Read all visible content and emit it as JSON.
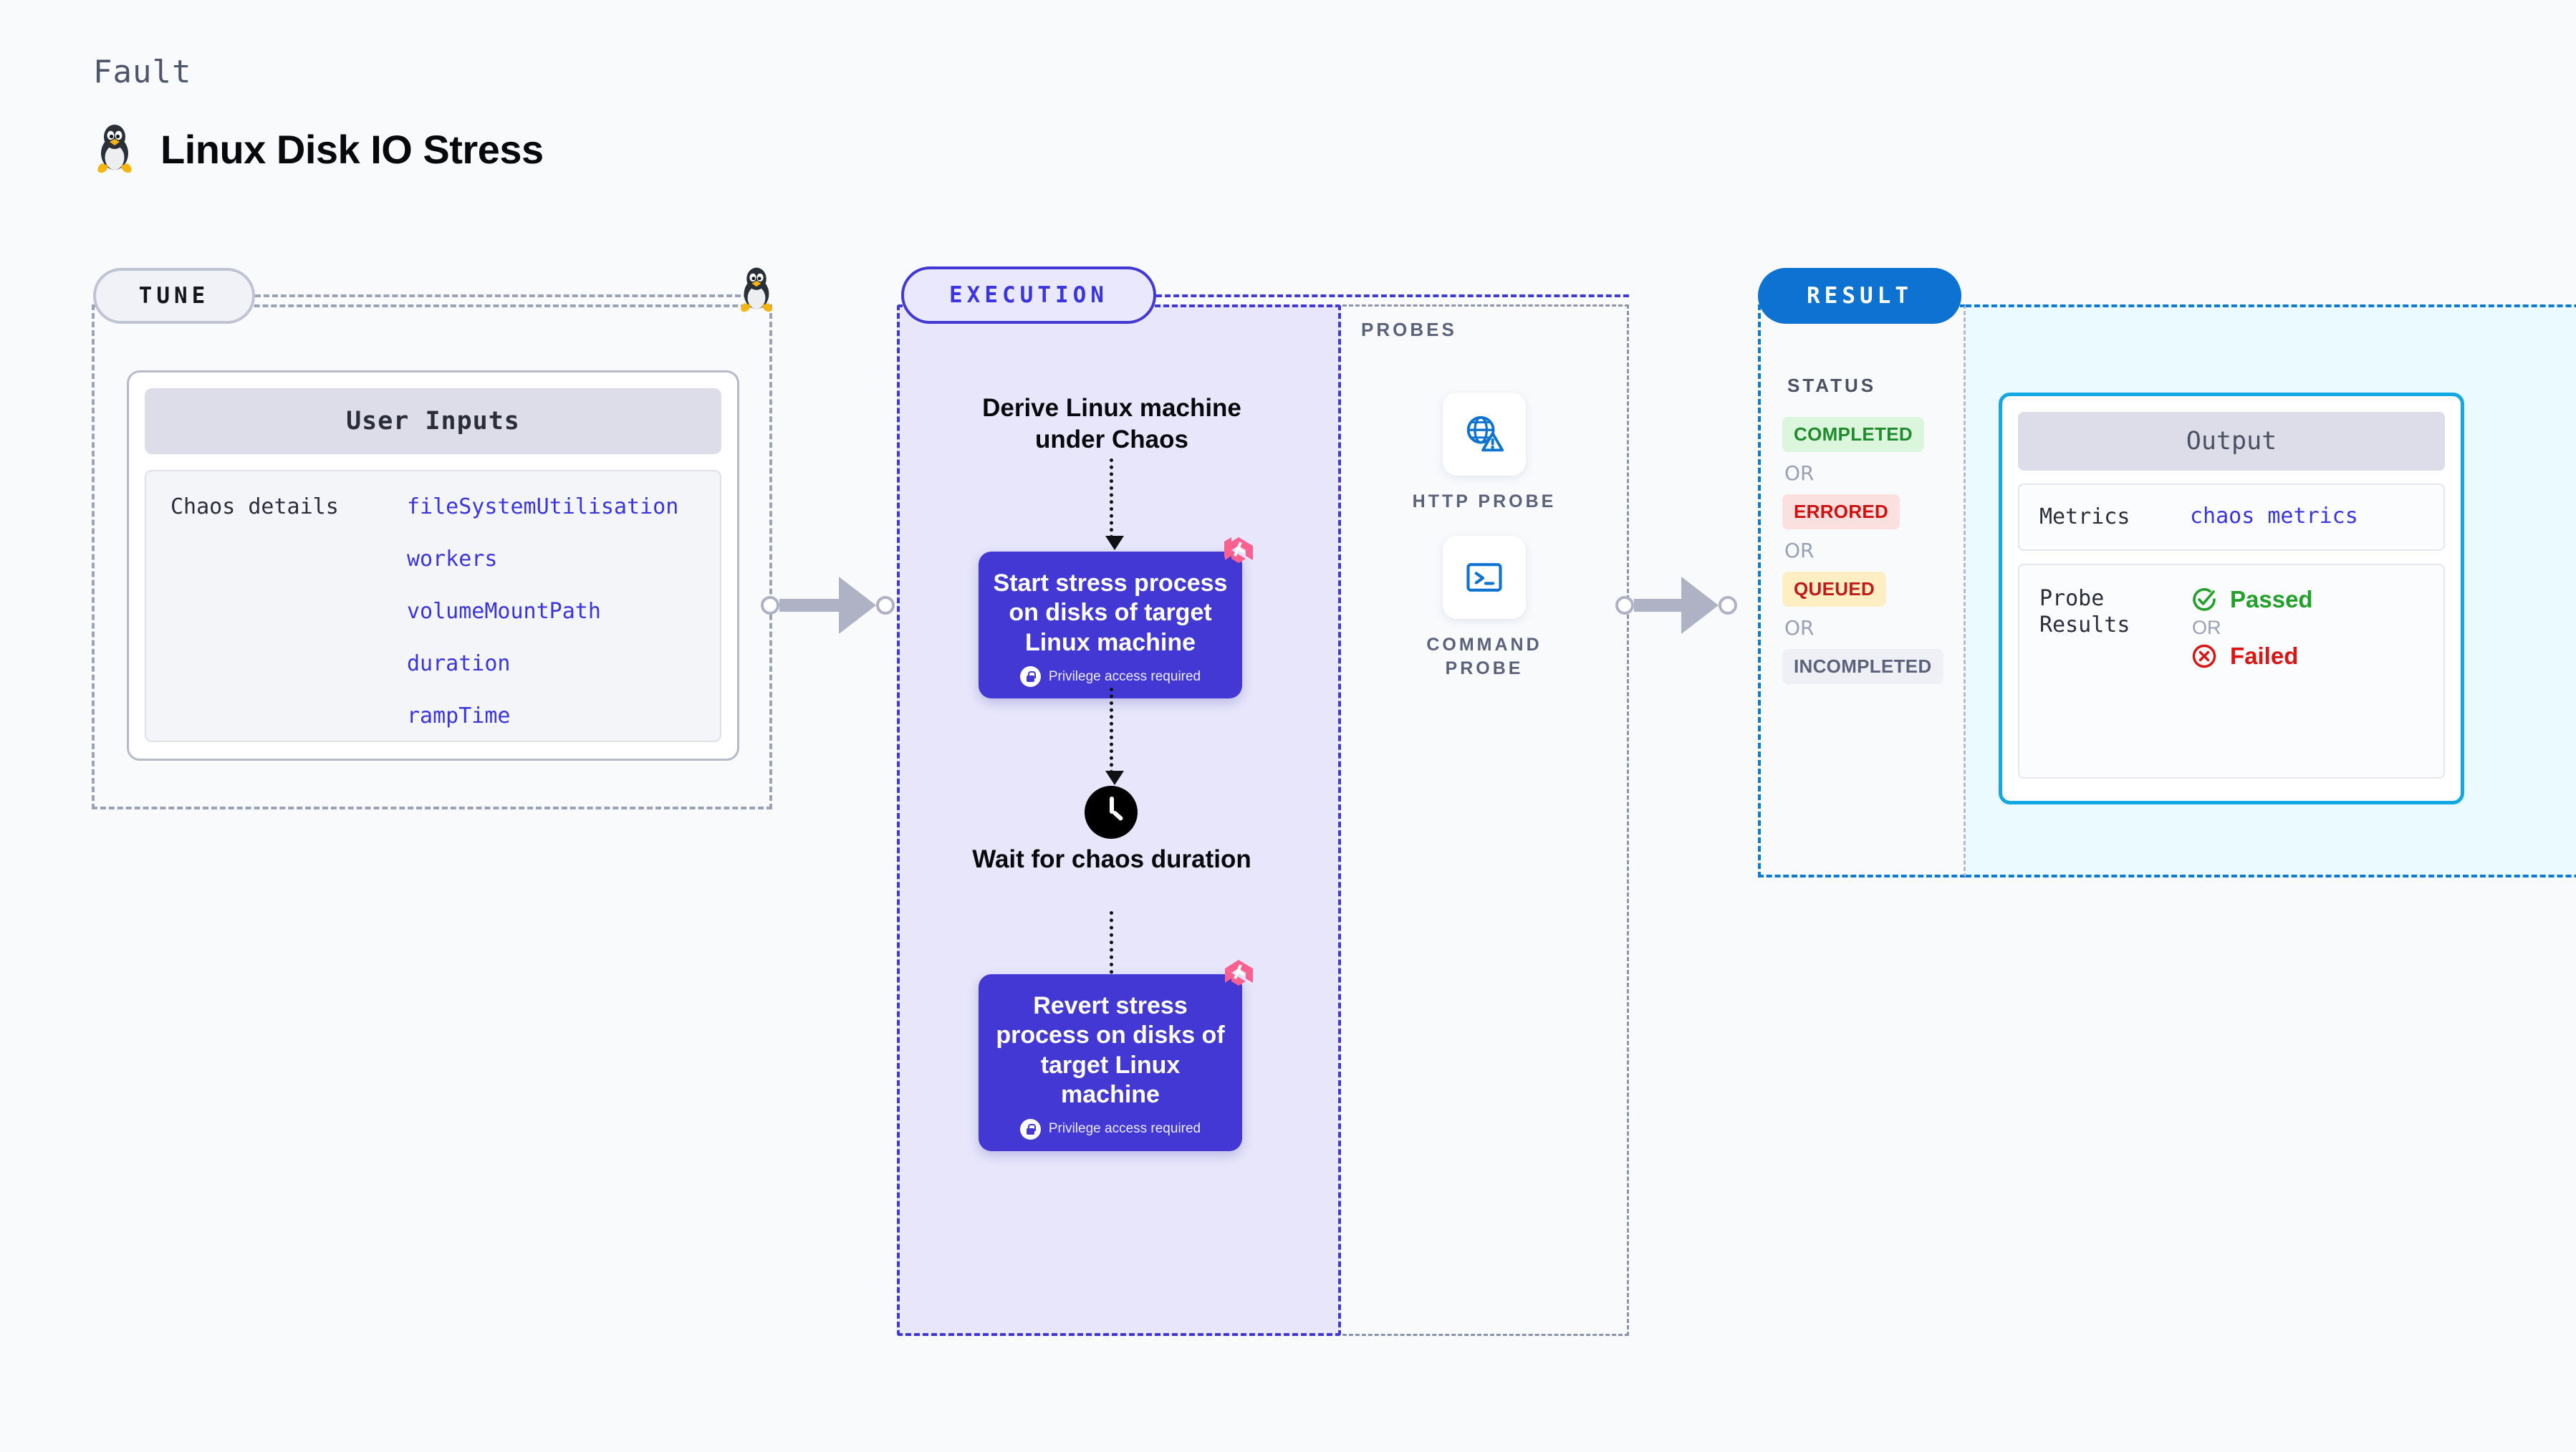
{
  "header": {
    "eyebrow": "Fault",
    "title": "Linux Disk IO Stress",
    "icon": "linux-penguin-icon"
  },
  "stages": {
    "tune": {
      "pill_label": "TUNE",
      "platform_icon": "linux-penguin-icon",
      "card": {
        "title": "User Inputs",
        "rows": [
          {
            "label": "Chaos details",
            "values": [
              "fileSystemUtilisation",
              "workers",
              "volumeMountPath",
              "duration",
              "rampTime"
            ]
          }
        ]
      }
    },
    "execution": {
      "pill_label": "EXECUTION",
      "steps": [
        {
          "type": "text",
          "label": "Derive Linux machine under Chaos"
        },
        {
          "type": "action",
          "label": "Start stress process on disks of target Linux machine",
          "note": "Privilege access required",
          "note_icon": "lock-icon",
          "badge_icon": "litmus-chaos-icon"
        },
        {
          "type": "wait",
          "icon": "clock-icon",
          "label": "Wait for chaos duration"
        },
        {
          "type": "action",
          "label": "Revert stress process on disks of target Linux machine",
          "note": "Privilege access required",
          "note_icon": "lock-icon",
          "badge_icon": "litmus-chaos-icon"
        }
      ]
    },
    "probes": {
      "label": "PROBES",
      "items": [
        {
          "icon": "globe-warning-icon",
          "label": "HTTP PROBE"
        },
        {
          "icon": "terminal-prompt-icon",
          "label": "COMMAND PROBE"
        }
      ]
    },
    "result": {
      "pill_label": "RESULT",
      "status_label": "STATUS",
      "or_label": "OR",
      "statuses": [
        {
          "label": "COMPLETED",
          "bg": "#dcf5dd",
          "fg": "#1f8b2d"
        },
        {
          "label": "ERRORED",
          "bg": "#fbe0e0",
          "fg": "#cf1111"
        },
        {
          "label": "QUEUED",
          "bg": "#fdefc3",
          "fg": "#c21a1a"
        },
        {
          "label": "INCOMPLETED",
          "bg": "#eff0f6",
          "fg": "#5c6279"
        }
      ]
    },
    "output": {
      "title": "Output",
      "rows": [
        {
          "key": "Metrics",
          "value": "chaos metrics"
        }
      ],
      "probe_results": {
        "key": "Probe Results",
        "or_label": "OR",
        "passed": {
          "label": "Passed",
          "icon": "check-circle-icon",
          "color": "#22a02a"
        },
        "failed": {
          "label": "Failed",
          "icon": "x-circle-icon",
          "color": "#dc1414"
        }
      }
    }
  },
  "colors": {
    "canvas_bg": "#f8fafc",
    "execution_accent": "#4338d4",
    "execution_fill": "#e7e6fb",
    "result_accent": "#0d72d1",
    "output_fill": "#eafaff",
    "output_border": "#13a7e4",
    "connector": "#aeb2c4",
    "litmus_pink": "#f9608f",
    "mono_value": "#3b34e0"
  }
}
